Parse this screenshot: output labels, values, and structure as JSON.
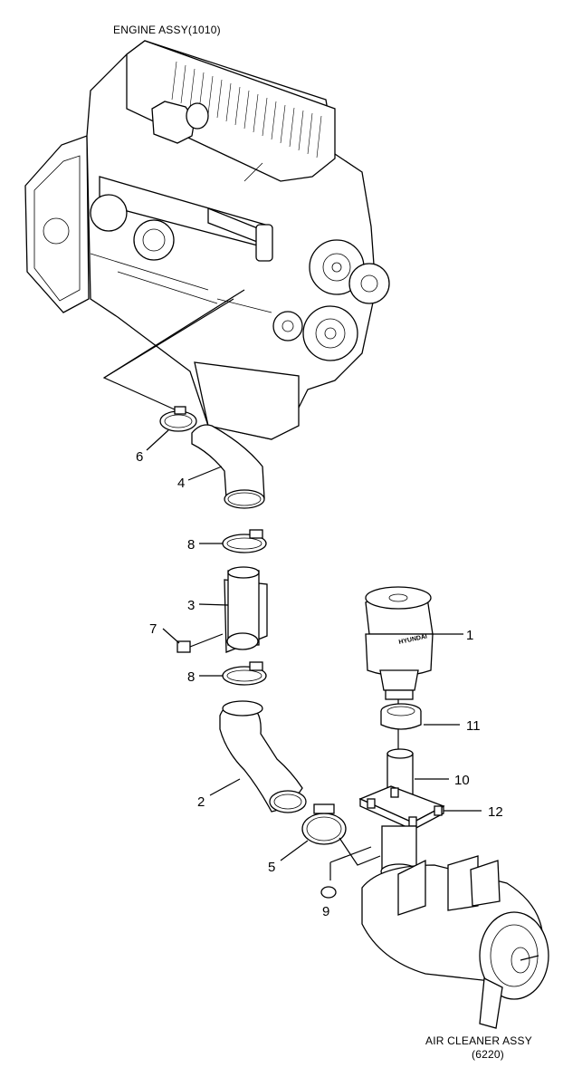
{
  "captions": {
    "engine_assy": "ENGINE ASSY(1010)",
    "air_cleaner_assy_line1": "AIR CLEANER ASSY",
    "air_cleaner_assy_line2": "(6220)"
  },
  "part_numbers": {
    "p1": "1",
    "p2": "2",
    "p3": "3",
    "p4": "4",
    "p5": "5",
    "p6": "6",
    "p7": "7",
    "p8_upper": "8",
    "p8_lower": "8",
    "p9": "9",
    "p10": "10",
    "p11": "11",
    "p12": "12"
  },
  "brand_mark": "HYUNDAI"
}
